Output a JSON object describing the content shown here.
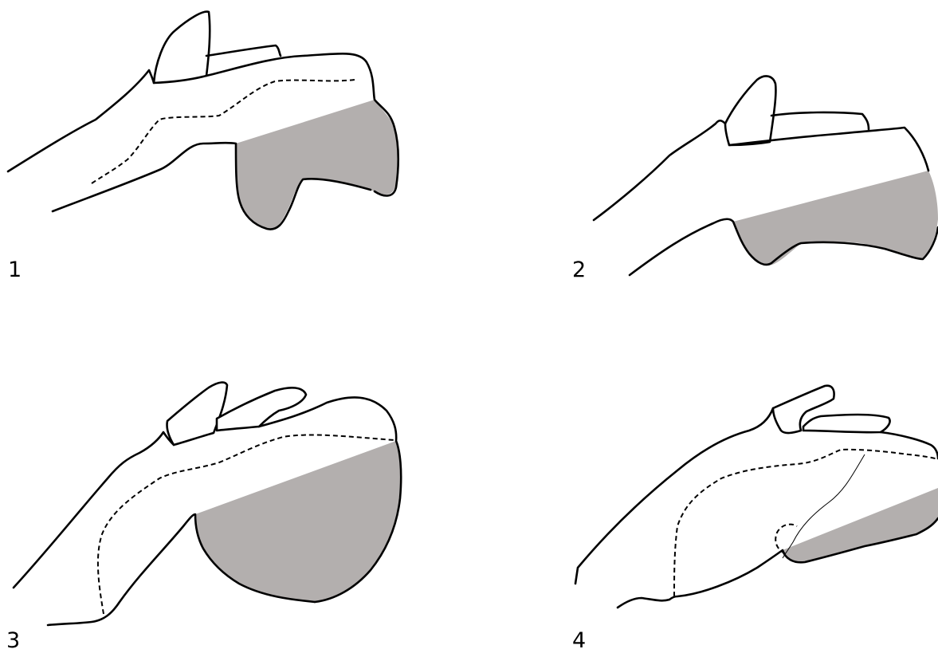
{
  "panels": [
    {
      "number": "1"
    },
    {
      "number": "2"
    },
    {
      "number": "3"
    },
    {
      "number": "4"
    }
  ],
  "colors": {
    "shaded_region": "#b3afae",
    "outline": "#000000",
    "background": "#ffffff"
  }
}
